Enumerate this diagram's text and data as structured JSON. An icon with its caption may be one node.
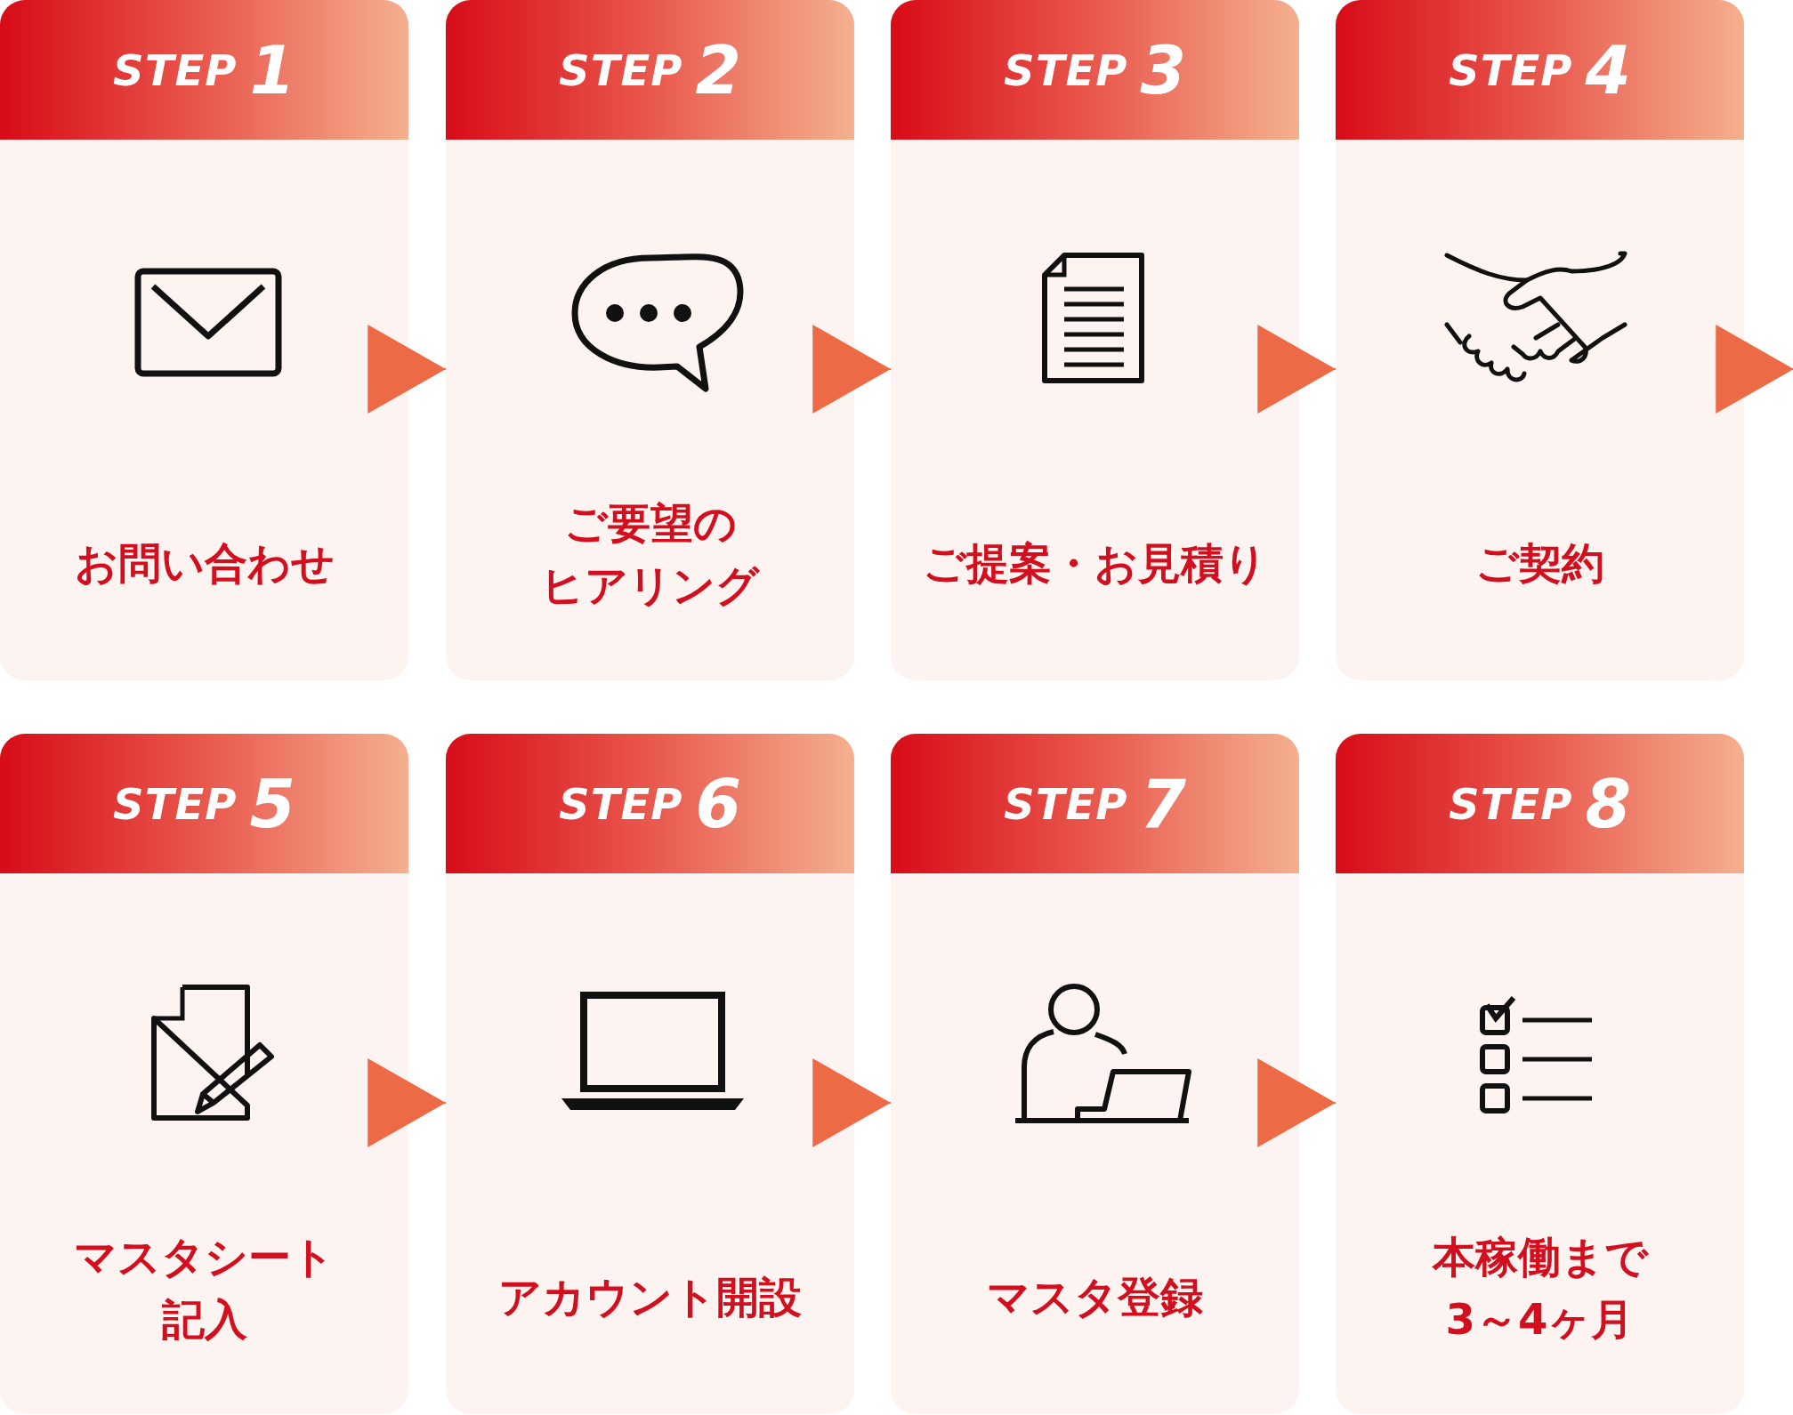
{
  "diagram": {
    "nodes": [
      {
        "text": [
          "STEP 1",
          "お問い合わせ"
        ]
      },
      {
        "text": [
          "STEP 2",
          "ご要望のヒアリング"
        ]
      },
      {
        "text": [
          "STEP 3",
          "ご提案・お見積り"
        ]
      },
      {
        "text": [
          "STEP 4",
          "ご契約"
        ]
      },
      {
        "text": [
          "STEP 5",
          "マスタシート記入"
        ]
      },
      {
        "text": [
          "STEP 6",
          "アカウント開設"
        ]
      },
      {
        "text": [
          "STEP 7",
          "マスタ登録"
        ]
      },
      {
        "text": [
          "STEP 8",
          "本稼働まで3～4ヶ月"
        ]
      }
    ],
    "edges": [
      {
        "from": 0,
        "to": 1,
        "arrow": "to"
      },
      {
        "from": 1,
        "to": 2,
        "arrow": "to"
      },
      {
        "from": 2,
        "to": 3,
        "arrow": "to"
      },
      {
        "from": 3,
        "to": null,
        "arrow": "to"
      },
      {
        "from": 4,
        "to": 5,
        "arrow": "to"
      },
      {
        "from": 5,
        "to": 6,
        "arrow": "to"
      },
      {
        "from": 6,
        "to": 7,
        "arrow": "to"
      }
    ]
  }
}
